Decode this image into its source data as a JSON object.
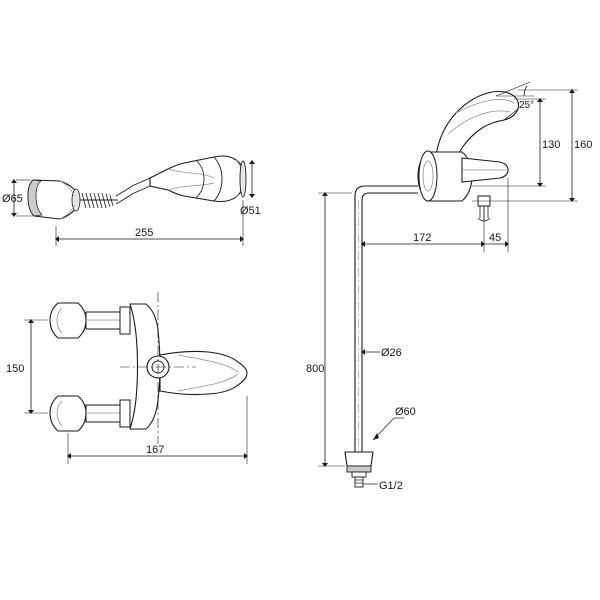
{
  "drawing": {
    "title": "Bath shower mixer tap technical dimension drawing",
    "background_color": "#ffffff",
    "line_color": "#1a1a1a",
    "shade_color": "#8f9196",
    "views": [
      {
        "name": "handset-view",
        "labels": [
          {
            "id": "handset-diameter-left",
            "text": "Ø65"
          },
          {
            "id": "handset-diameter-right",
            "text": "Ø51"
          },
          {
            "id": "handset-length",
            "text": "255"
          }
        ]
      },
      {
        "name": "front-view",
        "labels": [
          {
            "id": "front-height",
            "text": "150"
          },
          {
            "id": "front-width",
            "text": "167"
          }
        ]
      },
      {
        "name": "side-view",
        "labels": [
          {
            "id": "spout-angle",
            "text": "25°"
          },
          {
            "id": "outlet-height",
            "text": "130"
          },
          {
            "id": "total-height",
            "text": "160"
          },
          {
            "id": "spout-projection",
            "text": "172"
          },
          {
            "id": "handle-projection",
            "text": "45"
          },
          {
            "id": "hose-length",
            "text": "800"
          },
          {
            "id": "hose-diameter",
            "text": "Ø26"
          },
          {
            "id": "base-diameter",
            "text": "Ø60"
          },
          {
            "id": "thread-size",
            "text": "G1/2"
          }
        ]
      }
    ]
  }
}
